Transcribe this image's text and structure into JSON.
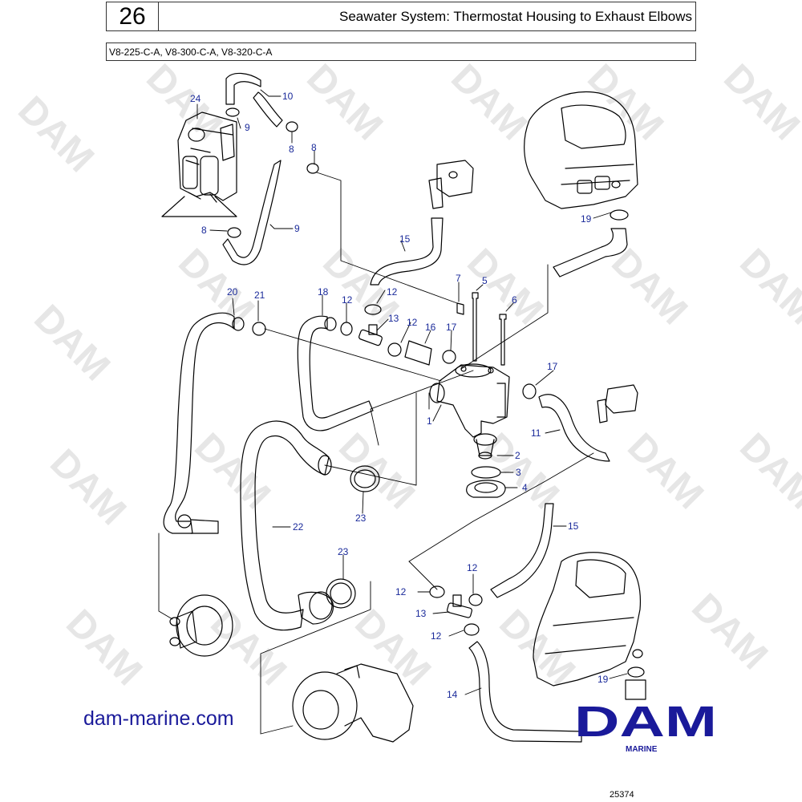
{
  "header": {
    "page_number": "26",
    "title": "Seawater System: Thermostat Housing to Exhaust Elbows",
    "models": "V8-225-C-A, V8-300-C-A, V8-320-C-A"
  },
  "watermark": "DAM",
  "callouts": [
    "24",
    "9",
    "10",
    "8",
    "8",
    "8",
    "9",
    "15",
    "7",
    "5",
    "6",
    "19",
    "20",
    "21",
    "18",
    "12",
    "12",
    "13",
    "12",
    "16",
    "17",
    "17",
    "1",
    "2",
    "3",
    "4",
    "11",
    "23",
    "22",
    "23",
    "15",
    "12",
    "12",
    "13",
    "12",
    "14",
    "19"
  ],
  "footer": {
    "website": "dam-marine.com",
    "logo_text": "DAM",
    "logo_subtext": "MARINE",
    "reference": "25374"
  },
  "colors": {
    "callout": "#1a2a9a",
    "logo": "#1a1a9a",
    "line": "#000000",
    "watermark": "#e6e6e6"
  }
}
